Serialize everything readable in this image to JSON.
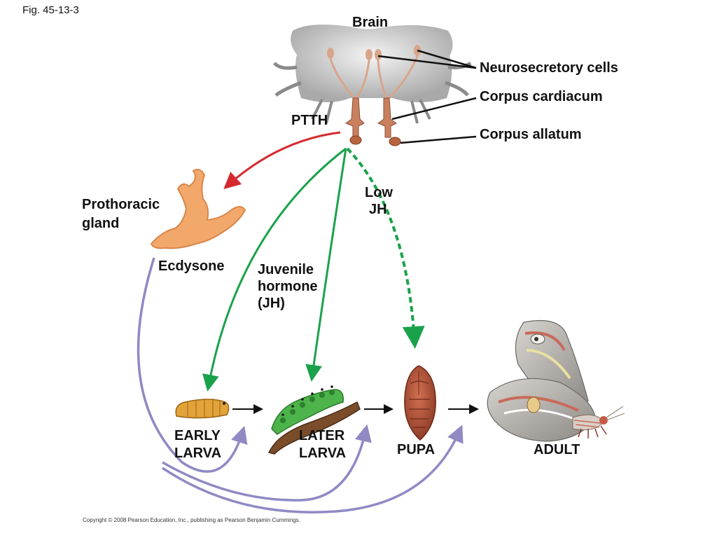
{
  "figure_label": "Fig. 45-13-3",
  "labels": {
    "brain": "Brain",
    "neurosecretory_cells": "Neurosecretory cells",
    "corpus_cardiacum": "Corpus cardiacum",
    "corpus_allatum": "Corpus allatum",
    "ptth": "PTTH",
    "low_jh_line1": "Low",
    "low_jh_line2": "JH",
    "prothoracic_line1": "Prothoracic",
    "prothoracic_line2": "gland",
    "ecdysone": "Ecdysone",
    "jh_line1": "Juvenile",
    "jh_line2": "hormone",
    "jh_line3": "(JH)",
    "early_line1": "EARLY",
    "early_line2": "LARVA",
    "later_line1": "LATER",
    "later_line2": "LARVA",
    "pupa": "PUPA",
    "adult": "ADULT"
  },
  "colors": {
    "ptth_arrow": "#d42a2f",
    "jh_arrow": "#1aa24a",
    "ecdysone_arrow": "#8f89c4",
    "stage_arrow": "#111111",
    "gland": "#f2a86a",
    "neuro_tissue": "#c9805f"
  },
  "copyright": "Copyright © 2008 Pearson Education, Inc., publishing as Pearson Benjamin Cummings."
}
